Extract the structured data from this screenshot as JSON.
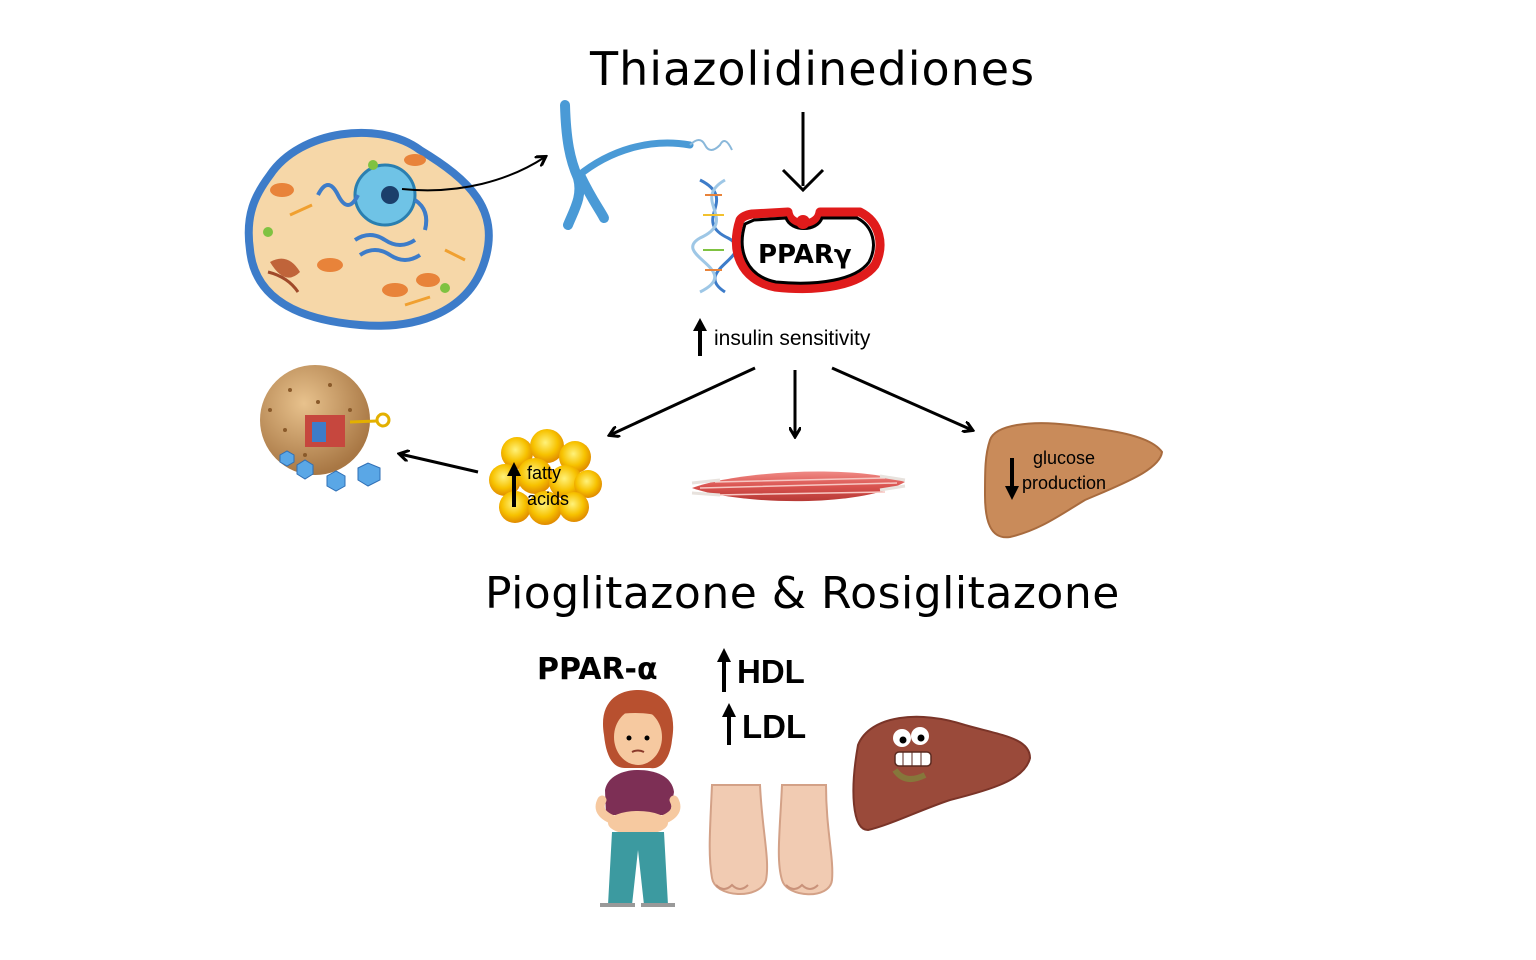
{
  "title": "Thiazolidinediones",
  "receptor": "PPARγ",
  "insulin_effect": {
    "direction": "up",
    "label": "insulin sensitivity"
  },
  "fatty_acids": {
    "direction": "up",
    "line1": "fatty",
    "line2": "acids"
  },
  "liver_effect": {
    "direction": "down",
    "line1": "glucose",
    "line2": "production"
  },
  "drugs": "Pioglitazone & Rosiglitazone",
  "ppar_alpha": "PPAR-α",
  "lipids": [
    {
      "direction": "up",
      "label": "HDL"
    },
    {
      "direction": "up",
      "label": "LDL"
    }
  ],
  "colors": {
    "cell_membrane": "#3d7cc9",
    "cytoplasm": "#f6d7a8",
    "receptor_outline": "#e01b1b",
    "fat_cell": "#f7b500",
    "muscle": "#d9534f",
    "liver": "#c98b5a",
    "sick_liver": "#9a4a3a"
  },
  "icons": [
    "cell-icon",
    "chromosome-icon",
    "dna-icon",
    "receptor-icon",
    "insulin-cell-icon",
    "fat-cell-icon",
    "muscle-icon",
    "liver-icon",
    "woman-weight-gain-icon",
    "swollen-feet-icon",
    "sick-liver-icon"
  ]
}
